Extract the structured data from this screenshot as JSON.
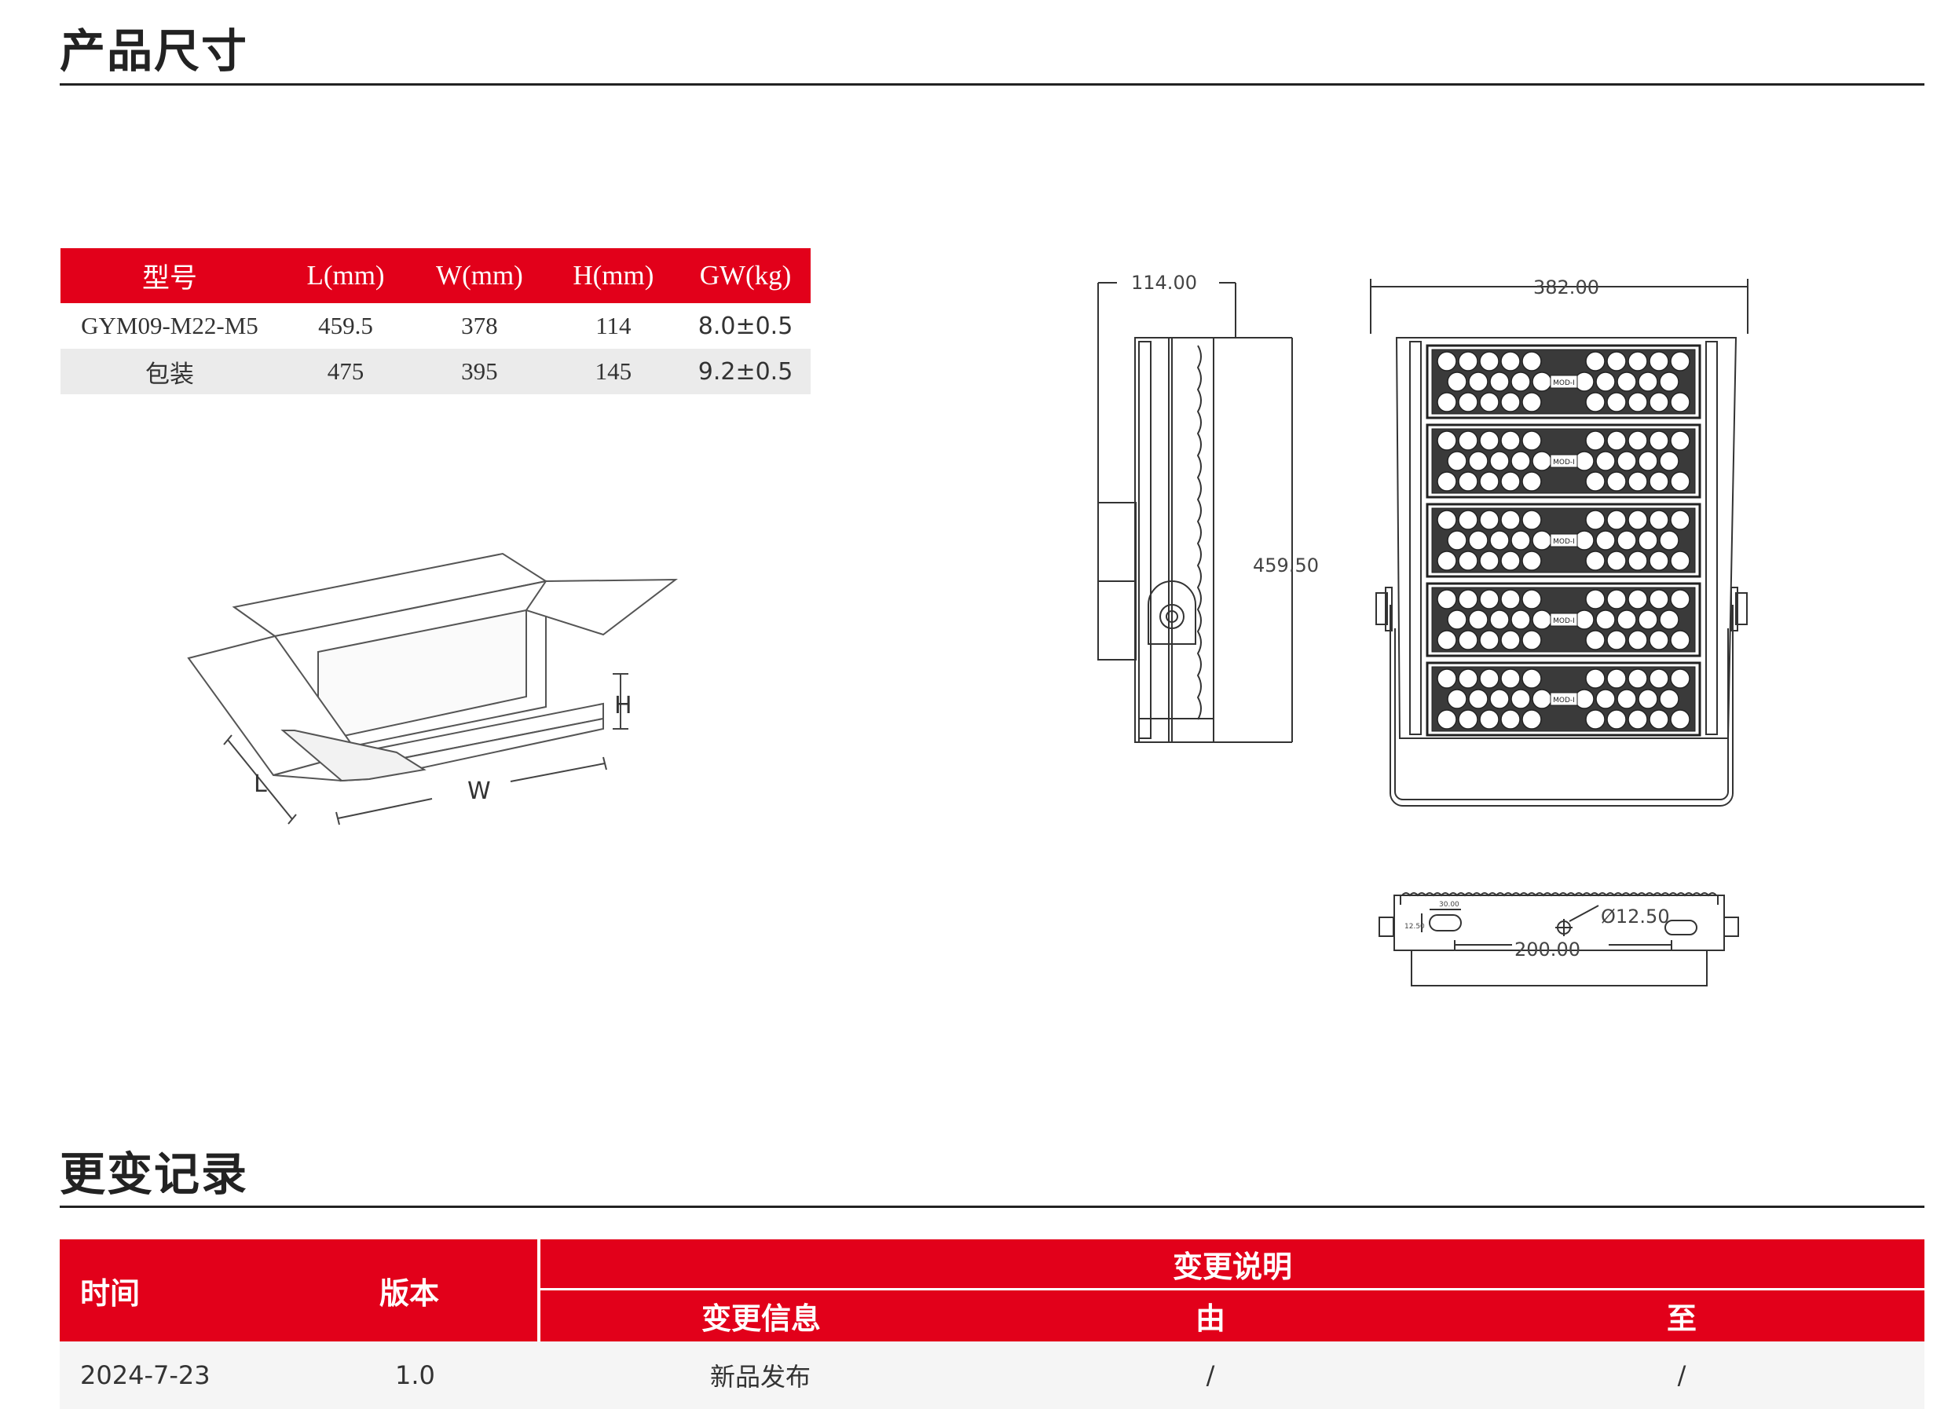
{
  "sections": {
    "dimensions_title": "产品尺寸",
    "changelog_title": "更变记录"
  },
  "spec_table": {
    "headers": [
      "型号",
      "L(mm)",
      "W(mm)",
      "H(mm)",
      "GW(kg)"
    ],
    "rows": [
      [
        "GYM09-M22-M5",
        "459.5",
        "378",
        "114",
        "8.0±0.5"
      ],
      [
        "包装",
        "475",
        "395",
        "145",
        "9.2±0.5"
      ]
    ]
  },
  "box_diagram": {
    "label_l": "L",
    "label_w": "W",
    "label_h": "H"
  },
  "drawing": {
    "side_depth": "114.00",
    "height": "459.50",
    "width": "382.00",
    "hole_diameter": "Ø12.50",
    "bracket_spacing": "200.00",
    "slot_width": "30.00",
    "slot_height": "12.50",
    "module_label": "MOD-I"
  },
  "changelog": {
    "headers": {
      "time": "时间",
      "version": "版本",
      "change_desc": "变更说明",
      "change_info": "变更信息",
      "from": "由",
      "to": "至"
    },
    "rows": [
      {
        "time": "2024-7-23",
        "version": "1.0",
        "info": "新品发布",
        "from": "/",
        "to": "/"
      }
    ]
  }
}
